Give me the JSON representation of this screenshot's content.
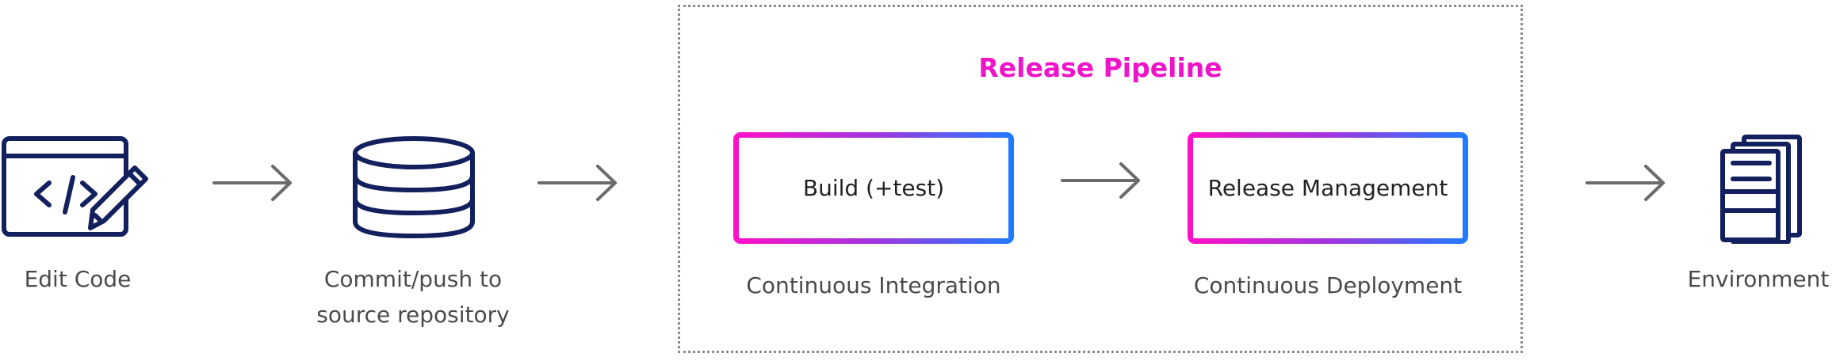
{
  "pipeline": {
    "title": "Release Pipeline",
    "stages": [
      {
        "label": "Build (+test)",
        "caption": "Continuous Integration"
      },
      {
        "label": "Release Management",
        "caption": "Continuous Deployment"
      }
    ]
  },
  "steps": {
    "edit": {
      "caption": "Edit Code",
      "icon": "code-edit-icon"
    },
    "commit": {
      "caption": "Commit/push to source repository",
      "icon": "database-icon"
    },
    "environment": {
      "caption": "Environment",
      "icon": "servers-icon"
    }
  },
  "colors": {
    "icon_stroke": "#13205e",
    "arrow": "#6b6b6b",
    "title": "#ee14c8",
    "gradient_start": "#ff10c8",
    "gradient_end": "#1f7cff"
  }
}
